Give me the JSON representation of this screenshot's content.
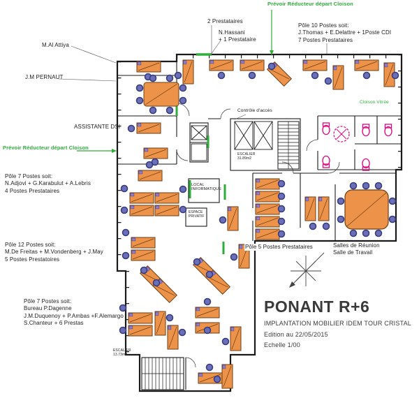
{
  "labels": {
    "top_reducer": "Prévoir Réducteur départ Cloison",
    "left_reducer": "Prévoir Réducteur départ Cloison",
    "prestataires_top": "2 Prestataires",
    "hassani": "N.Hassani\n+ 1 Prestataire",
    "pole10": "Pôle 10 Postes soit:\nJ.Thomas + E.Delattre + 1Poste CDI\n7 Postes Prestataires",
    "al_attiya": "M.Al Attiya",
    "pernaut": "J.M PERNAUT",
    "assistante_dsi": "ASSISTANTE DSI",
    "pole7_a": "Pôle 7 Postes soit:\nN.Adjovi + G.Karabulut + A.Lebris\n4 Postes Prestataires",
    "pole12": "Pôle 12 Postes soit:\nM.De Freitas + M.Vondenberg + J.May\n5 Postes Prestatoires",
    "pole7_b": "Pôle 7 Postes soit:\nBureau P.Dagenne\nJ.M.Duquenoy + P.Ambas +F.Alemargo\nS.Chanteur + 6 Prestas",
    "pole5": "Pôle 5 Postes Prestataires",
    "salles": "Salles de Réunion\nSalle de Travail",
    "cloison_vitree": "Cloison Vitrée",
    "controle_acces": "Contrôle d'accès",
    "local_info": "LOCAL\nINFORMATIQUE",
    "espace_privatif": "ESPACE\nPRIVATIF",
    "escalier_core": "ESCALIER\n31.89m2",
    "escalier_bottom": "ESCALIER\n13.73m2"
  },
  "title_block": {
    "title": "PONANT R+6",
    "subtitle": "IMPLANTATION MOBILIER IDEM TOUR CRISTAL",
    "edition": "Edition au 22/05/2015",
    "scale": "Echelle 1/00"
  },
  "colors": {
    "desk": "#ED9249",
    "desk_outline": "#6B3D14",
    "chair": "#6A6FB8",
    "chair_outline": "#343A80",
    "wall": "#1A1A1A",
    "green": "#2EAD3B",
    "pink": "#E6007E"
  }
}
